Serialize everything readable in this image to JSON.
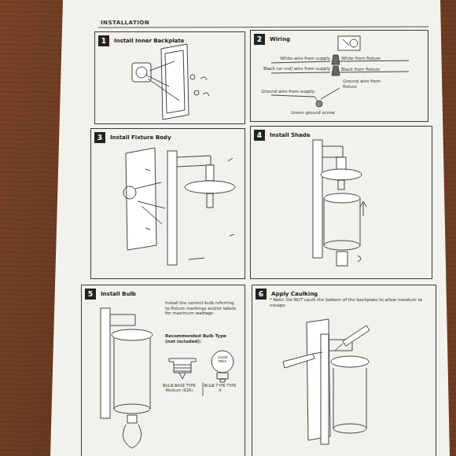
{
  "diagram": {
    "title": "INSTALLATION",
    "nodes": [
      {
        "text": [
          "1",
          "Install Inner Backplate"
        ]
      },
      {
        "text": [
          "2",
          "Wiring"
        ]
      },
      {
        "text": [
          "3",
          "Install Fixture Body"
        ]
      },
      {
        "text": [
          "4",
          "Install Shade"
        ]
      },
      {
        "text": [
          "5",
          "Install Bulb"
        ]
      },
      {
        "text": [
          "6",
          "Apply Caulking"
        ]
      }
    ],
    "labels": [
      "White wire from supply",
      "White from fixture",
      "Black (or red) wire from supply",
      "Black from fixture",
      "Ground wire from supply",
      "Ground wire from fixture",
      "Green ground screw",
      "Install the correct bulb referring to fixture markings and/or labels for maximum wattage.",
      "Recommended Bulb Type (not included):",
      "100W MAX",
      "BULB BASE TYPE Medium (E26)",
      "BULB TYPE TYPE A",
      "* Note: Do NOT caulk the bottom of the backplate to allow moisture to escape."
    ]
  }
}
